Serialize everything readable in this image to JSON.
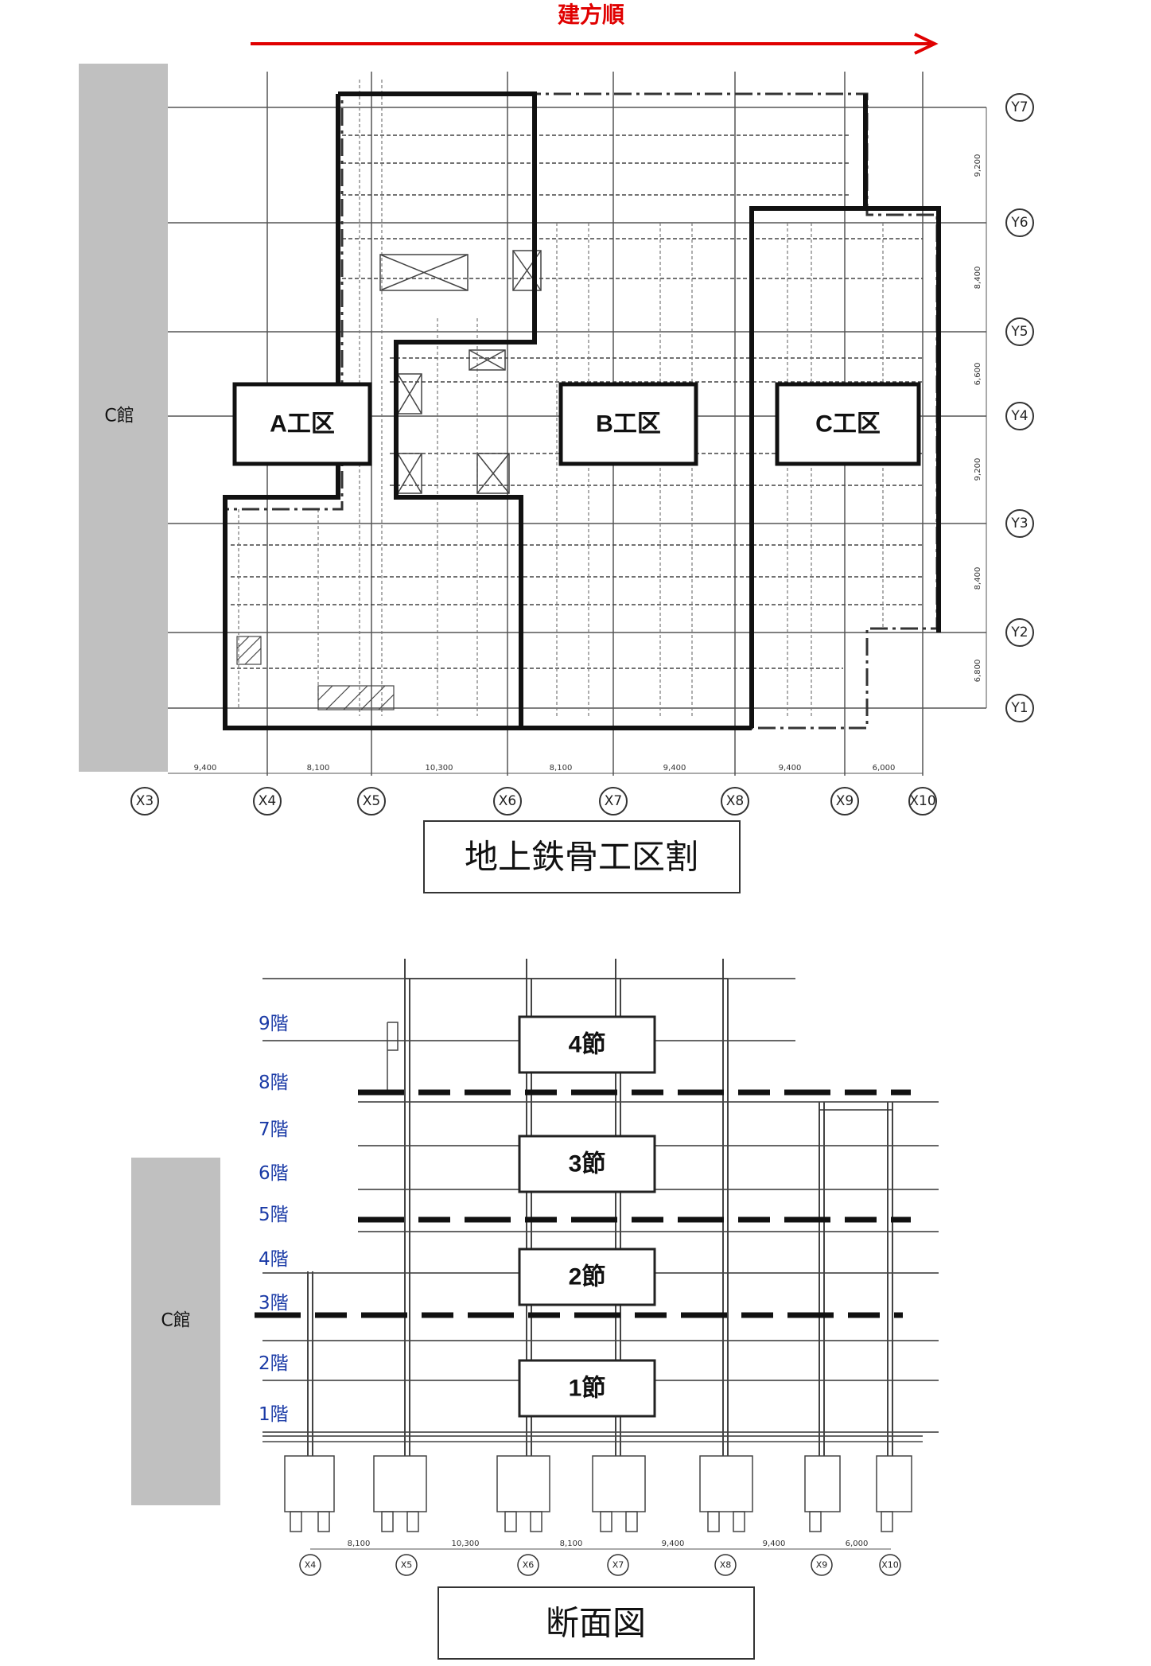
{
  "plan": {
    "direction_label": "建方順",
    "building_label": "C館",
    "x_axes": [
      "X3",
      "X4",
      "X5",
      "X6",
      "X7",
      "X8",
      "X9",
      "X10"
    ],
    "y_axes": [
      "Y7",
      "Y6",
      "Y5",
      "Y4",
      "Y3",
      "Y2",
      "Y1"
    ],
    "x_dimensions": [
      "9,400",
      "8,100",
      "10,300",
      "8,100",
      "9,400",
      "9,400",
      "6,000"
    ],
    "y_dimensions": [
      "9,200",
      "8,400",
      "6,600",
      "9,200",
      "8,400",
      "6,800"
    ],
    "zones": [
      "A工区",
      "B工区",
      "C工区"
    ],
    "title": "地上鉄骨工区割"
  },
  "section": {
    "building_label": "C館",
    "floors": [
      "9階",
      "8階",
      "7階",
      "6階",
      "5階",
      "4階",
      "3階",
      "2階",
      "1階"
    ],
    "segments": [
      "4節",
      "3節",
      "2節",
      "1節"
    ],
    "x_axes": [
      "X4",
      "X5",
      "X6",
      "X7",
      "X8",
      "X9",
      "X10"
    ],
    "x_dimensions": [
      "8,100",
      "10,300",
      "8,100",
      "9,400",
      "9,400",
      "6,000"
    ],
    "title": "断面図"
  },
  "colors": {
    "arrow": "#e00000",
    "floor_label": "#1a3aa6",
    "building_block": "#c0c0c0"
  }
}
